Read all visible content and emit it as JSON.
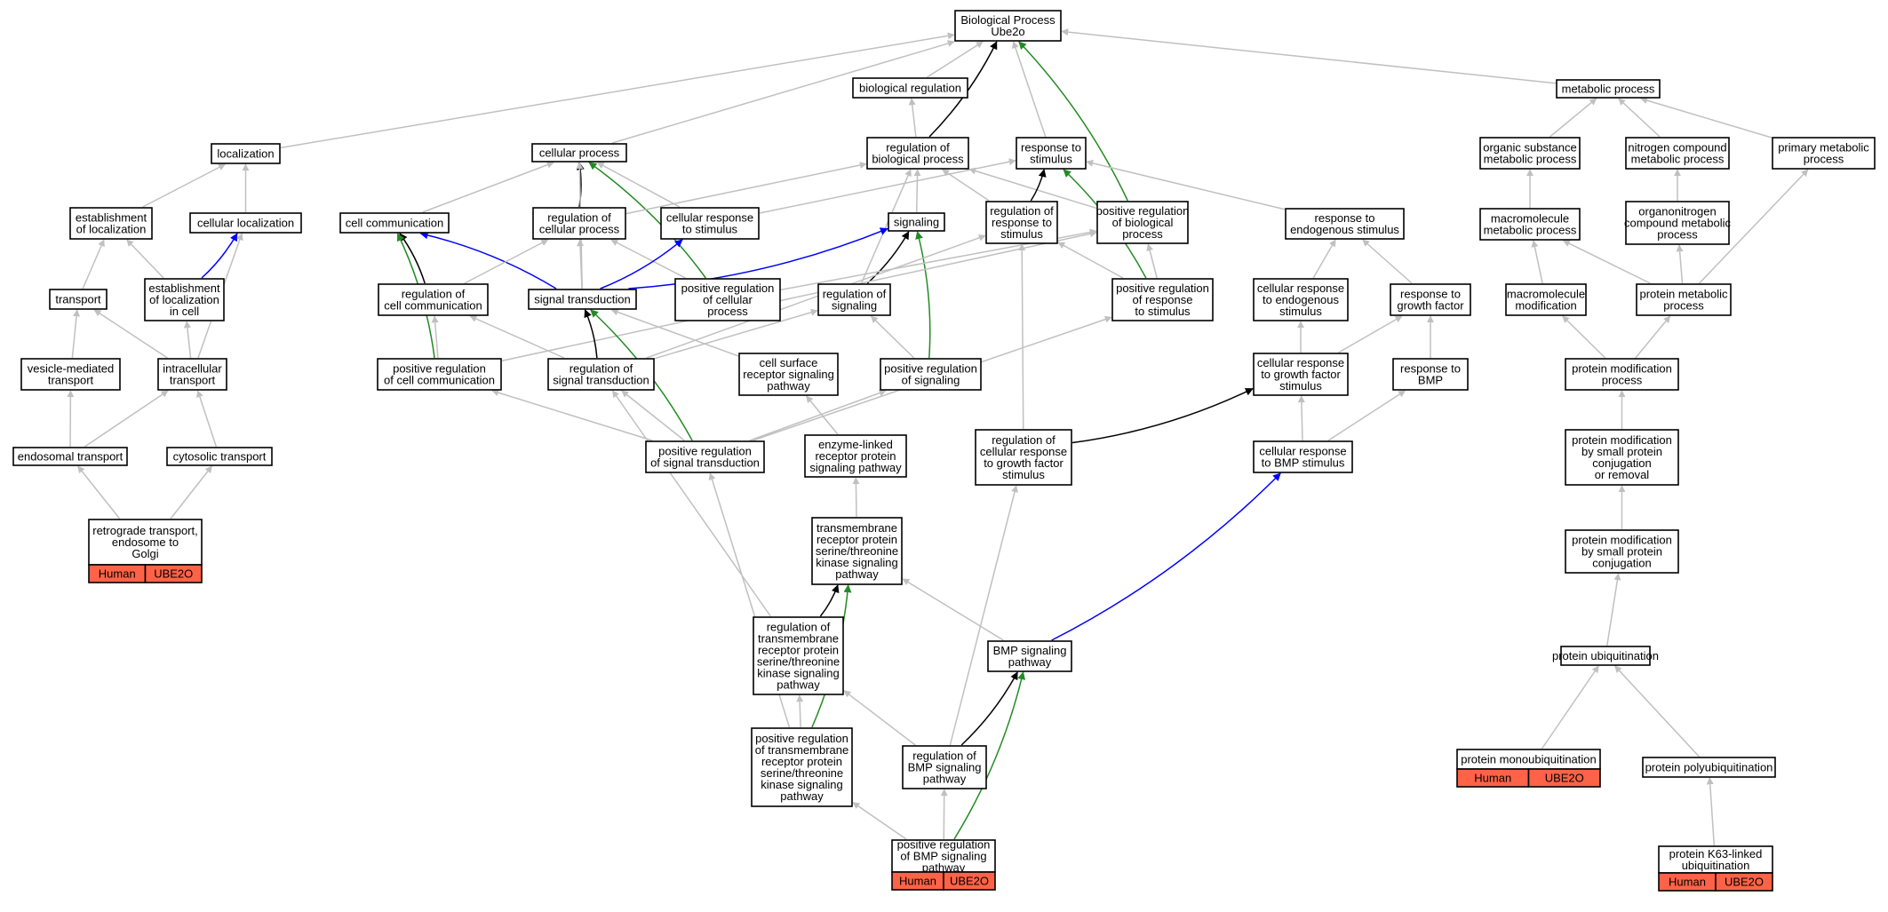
{
  "colors": {
    "is_a": "#c0c0c0",
    "regulates": "#000000",
    "positively_regulates": "#228b22",
    "part_of": "#0000ff",
    "gene_fill": "#ff6347"
  },
  "nodes": {
    "root": {
      "lines": [
        "Biological Process",
        "Ube2o"
      ]
    },
    "bioreg": {
      "lines": [
        "biological regulation"
      ]
    },
    "metab": {
      "lines": [
        "metabolic process"
      ]
    },
    "local": {
      "lines": [
        "localization"
      ]
    },
    "cellproc": {
      "lines": [
        "cellular process"
      ]
    },
    "regbio": {
      "lines": [
        "regulation of",
        "biological process"
      ]
    },
    "respstim": {
      "lines": [
        "response to",
        "stimulus"
      ]
    },
    "orgsub": {
      "lines": [
        "organic substance",
        "metabolic process"
      ]
    },
    "nitro": {
      "lines": [
        "nitrogen compound",
        "metabolic process"
      ]
    },
    "primary": {
      "lines": [
        "primary metabolic",
        "process"
      ]
    },
    "estloc": {
      "lines": [
        "establishment",
        "of localization"
      ]
    },
    "cellloc": {
      "lines": [
        "cellular localization"
      ]
    },
    "cellcomm": {
      "lines": [
        "cell communication"
      ]
    },
    "regcell": {
      "lines": [
        "regulation of",
        "cellular process"
      ]
    },
    "cellresp": {
      "lines": [
        "cellular response",
        "to stimulus"
      ]
    },
    "signaling": {
      "lines": [
        "signaling"
      ]
    },
    "regresp": {
      "lines": [
        "regulation of",
        "response to",
        "stimulus"
      ]
    },
    "posregbio": {
      "lines": [
        "positive regulation",
        "of biological",
        "process"
      ]
    },
    "respendo": {
      "lines": [
        "response to",
        "endogenous stimulus"
      ]
    },
    "macro": {
      "lines": [
        "macromolecule",
        "metabolic process"
      ]
    },
    "organonitro": {
      "lines": [
        "organonitrogen",
        "compound metabolic",
        "process"
      ]
    },
    "transport": {
      "lines": [
        "transport"
      ]
    },
    "estlocincell": {
      "lines": [
        "establishment",
        "of localization",
        "in cell"
      ]
    },
    "regcellcomm": {
      "lines": [
        "regulation of",
        "cell communication"
      ]
    },
    "sigtrans": {
      "lines": [
        "signal transduction"
      ]
    },
    "posregcell": {
      "lines": [
        "positive regulation",
        "of cellular",
        "process"
      ]
    },
    "regsig": {
      "lines": [
        "regulation of",
        "signaling"
      ]
    },
    "posregresp": {
      "lines": [
        "positive regulation",
        "of response",
        "to stimulus"
      ]
    },
    "cellrespendo": {
      "lines": [
        "cellular response",
        "to endogenous",
        "stimulus"
      ]
    },
    "respgf": {
      "lines": [
        "response to",
        "growth factor"
      ]
    },
    "macromod": {
      "lines": [
        "macromolecule",
        "modification"
      ]
    },
    "protmetab": {
      "lines": [
        "protein metabolic",
        "process"
      ]
    },
    "vesicle": {
      "lines": [
        "vesicle-mediated",
        "transport"
      ]
    },
    "intracell": {
      "lines": [
        "intracellular",
        "transport"
      ]
    },
    "posregcellcomm": {
      "lines": [
        "positive regulation",
        "of cell communication"
      ]
    },
    "regsigtrans": {
      "lines": [
        "regulation of",
        "signal transduction"
      ]
    },
    "cellsurf": {
      "lines": [
        "cell surface",
        "receptor signaling",
        "pathway"
      ]
    },
    "posregsig": {
      "lines": [
        "positive regulation",
        "of signaling"
      ]
    },
    "cellrespgf": {
      "lines": [
        "cellular response",
        "to growth factor",
        "stimulus"
      ]
    },
    "respbmp": {
      "lines": [
        "response to",
        "BMP"
      ]
    },
    "protmodproc": {
      "lines": [
        "protein modification",
        "process"
      ]
    },
    "endosomal": {
      "lines": [
        "endosomal transport"
      ]
    },
    "cytosolic": {
      "lines": [
        "cytosolic transport"
      ]
    },
    "posregsigtrans": {
      "lines": [
        "positive regulation",
        "of signal transduction"
      ]
    },
    "enzyme": {
      "lines": [
        "enzyme-linked",
        "receptor protein",
        "signaling pathway"
      ]
    },
    "regcellrespgf": {
      "lines": [
        "regulation of",
        "cellular response",
        "to growth factor",
        "stimulus"
      ]
    },
    "cellrespbmp": {
      "lines": [
        "cellular response",
        "to BMP stimulus"
      ]
    },
    "protmodsmall": {
      "lines": [
        "protein modification",
        "by small protein",
        "conjugation",
        "or removal"
      ]
    },
    "retro": {
      "lines": [
        "retrograde transport,",
        "endosome to",
        "Golgi"
      ],
      "gene": [
        "Human",
        "UBE2O"
      ]
    },
    "transmem": {
      "lines": [
        "transmembrane",
        "receptor protein",
        "serine/threonine",
        "kinase signaling",
        "pathway"
      ]
    },
    "protmodconj": {
      "lines": [
        "protein modification",
        "by small protein",
        "conjugation"
      ]
    },
    "regtransmem": {
      "lines": [
        "regulation of",
        "transmembrane",
        "receptor protein",
        "serine/threonine",
        "kinase signaling",
        "pathway"
      ]
    },
    "bmp": {
      "lines": [
        "BMP signaling",
        "pathway"
      ]
    },
    "protubi": {
      "lines": [
        "protein ubiquitination"
      ]
    },
    "posregtransmem": {
      "lines": [
        "positive regulation",
        "of transmembrane",
        "receptor protein",
        "serine/threonine",
        "kinase signaling",
        "pathway"
      ]
    },
    "regbmp": {
      "lines": [
        "regulation of",
        "BMP signaling",
        "pathway"
      ]
    },
    "monoubi": {
      "lines": [
        "protein monoubiquitination"
      ],
      "gene": [
        "Human",
        "UBE2O"
      ]
    },
    "polyubi": {
      "lines": [
        "protein polyubiquitination"
      ]
    },
    "posregbmp": {
      "lines": [
        "positive regulation",
        "of BMP signaling",
        "pathway"
      ],
      "gene": [
        "Human",
        "UBE2O"
      ]
    },
    "k63": {
      "lines": [
        "protein K63-linked",
        "ubiquitination"
      ],
      "gene": [
        "Human",
        "UBE2O"
      ]
    }
  },
  "edges": [
    [
      "bioreg",
      "root",
      "is_a"
    ],
    [
      "metab",
      "root",
      "is_a"
    ],
    [
      "local",
      "root",
      "is_a"
    ],
    [
      "cellproc",
      "root",
      "is_a"
    ],
    [
      "regbio",
      "root",
      "regulates"
    ],
    [
      "respstim",
      "root",
      "is_a"
    ],
    [
      "posregbio",
      "root",
      "positively_regulates"
    ],
    [
      "regbio",
      "bioreg",
      "is_a"
    ],
    [
      "orgsub",
      "metab",
      "is_a"
    ],
    [
      "nitro",
      "metab",
      "is_a"
    ],
    [
      "primary",
      "metab",
      "is_a"
    ],
    [
      "estloc",
      "local",
      "is_a"
    ],
    [
      "cellloc",
      "local",
      "is_a"
    ],
    [
      "cellcomm",
      "cellproc",
      "is_a"
    ],
    [
      "regcell",
      "cellproc",
      "regulates"
    ],
    [
      "cellresp",
      "cellproc",
      "is_a"
    ],
    [
      "sigtrans",
      "cellproc",
      "is_a"
    ],
    [
      "posregcell",
      "cellproc",
      "positively_regulates"
    ],
    [
      "regcell",
      "regbio",
      "is_a"
    ],
    [
      "signaling",
      "regbio",
      "is_a"
    ],
    [
      "regresp",
      "regbio",
      "is_a"
    ],
    [
      "posregbio",
      "regbio",
      "is_a"
    ],
    [
      "regsig",
      "regbio",
      "is_a"
    ],
    [
      "cellresp",
      "respstim",
      "is_a"
    ],
    [
      "regresp",
      "respstim",
      "regulates"
    ],
    [
      "respendo",
      "respstim",
      "is_a"
    ],
    [
      "posregresp",
      "respstim",
      "positively_regulates"
    ],
    [
      "macro",
      "orgsub",
      "is_a"
    ],
    [
      "organonitro",
      "nitro",
      "is_a"
    ],
    [
      "protmetab",
      "primary",
      "is_a"
    ],
    [
      "transport",
      "estloc",
      "is_a"
    ],
    [
      "estlocincell",
      "estloc",
      "is_a"
    ],
    [
      "estlocincell",
      "cellloc",
      "part_of"
    ],
    [
      "intracell",
      "cellloc",
      "is_a"
    ],
    [
      "regcellcomm",
      "cellcomm",
      "regulates"
    ],
    [
      "sigtrans",
      "cellcomm",
      "part_of"
    ],
    [
      "posregcellcomm",
      "cellcomm",
      "positively_regulates"
    ],
    [
      "regcellcomm",
      "regcell",
      "is_a"
    ],
    [
      "sigtrans",
      "regcell",
      "is_a"
    ],
    [
      "posregcell",
      "regcell",
      "is_a"
    ],
    [
      "sigtrans",
      "cellresp",
      "part_of"
    ],
    [
      "sigtrans",
      "signaling",
      "part_of"
    ],
    [
      "regsig",
      "signaling",
      "regulates"
    ],
    [
      "posregsig",
      "signaling",
      "positively_regulates"
    ],
    [
      "regsigtrans",
      "regresp",
      "is_a"
    ],
    [
      "posregresp",
      "regresp",
      "is_a"
    ],
    [
      "posregcell",
      "posregbio",
      "is_a"
    ],
    [
      "posregresp",
      "posregbio",
      "is_a"
    ],
    [
      "posregcellcomm",
      "posregbio",
      "is_a"
    ],
    [
      "cellrespendo",
      "respendo",
      "is_a"
    ],
    [
      "respgf",
      "respendo",
      "is_a"
    ],
    [
      "macromod",
      "macro",
      "is_a"
    ],
    [
      "protmetab",
      "macro",
      "is_a"
    ],
    [
      "protmetab",
      "organonitro",
      "is_a"
    ],
    [
      "vesicle",
      "transport",
      "is_a"
    ],
    [
      "intracell",
      "transport",
      "is_a"
    ],
    [
      "intracell",
      "estlocincell",
      "is_a"
    ],
    [
      "posregcellcomm",
      "regcellcomm",
      "is_a"
    ],
    [
      "regsigtrans",
      "regcellcomm",
      "is_a"
    ],
    [
      "regsigtrans",
      "sigtrans",
      "regulates"
    ],
    [
      "cellsurf",
      "sigtrans",
      "is_a"
    ],
    [
      "posregsigtrans",
      "sigtrans",
      "positively_regulates"
    ],
    [
      "regsigtrans",
      "regsig",
      "is_a"
    ],
    [
      "posregsig",
      "regsig",
      "is_a"
    ],
    [
      "posregsigtrans",
      "posregresp",
      "is_a"
    ],
    [
      "cellrespgf",
      "cellrespendo",
      "is_a"
    ],
    [
      "cellrespgf",
      "respgf",
      "is_a"
    ],
    [
      "respbmp",
      "respgf",
      "is_a"
    ],
    [
      "protmodproc",
      "macromod",
      "is_a"
    ],
    [
      "protmodproc",
      "protmetab",
      "is_a"
    ],
    [
      "endosomal",
      "vesicle",
      "is_a"
    ],
    [
      "endosomal",
      "intracell",
      "is_a"
    ],
    [
      "cytosolic",
      "intracell",
      "is_a"
    ],
    [
      "posregsigtrans",
      "posregcellcomm",
      "is_a"
    ],
    [
      "posregsigtrans",
      "regsigtrans",
      "is_a"
    ],
    [
      "posregsigtrans",
      "posregsig",
      "is_a"
    ],
    [
      "enzyme",
      "cellsurf",
      "is_a"
    ],
    [
      "regcellrespgf",
      "cellrespgf",
      "regulates"
    ],
    [
      "regcellrespgf",
      "regresp",
      "is_a"
    ],
    [
      "cellrespbmp",
      "cellrespgf",
      "is_a"
    ],
    [
      "cellrespbmp",
      "respbmp",
      "is_a"
    ],
    [
      "protmodsmall",
      "protmodproc",
      "is_a"
    ],
    [
      "retro",
      "endosomal",
      "is_a"
    ],
    [
      "retro",
      "cytosolic",
      "is_a"
    ],
    [
      "transmem",
      "enzyme",
      "is_a"
    ],
    [
      "protmodconj",
      "protmodsmall",
      "is_a"
    ],
    [
      "regtransmem",
      "transmem",
      "regulates"
    ],
    [
      "regtransmem",
      "regsigtrans",
      "is_a"
    ],
    [
      "bmp",
      "transmem",
      "is_a"
    ],
    [
      "bmp",
      "cellrespbmp",
      "part_of"
    ],
    [
      "protubi",
      "protmodconj",
      "is_a"
    ],
    [
      "posregtransmem",
      "regtransmem",
      "is_a"
    ],
    [
      "posregtransmem",
      "transmem",
      "positively_regulates"
    ],
    [
      "posregtransmem",
      "posregsigtrans",
      "is_a"
    ],
    [
      "regbmp",
      "bmp",
      "regulates"
    ],
    [
      "regbmp",
      "regtransmem",
      "is_a"
    ],
    [
      "regbmp",
      "regcellrespgf",
      "is_a"
    ],
    [
      "monoubi",
      "protubi",
      "is_a"
    ],
    [
      "polyubi",
      "protubi",
      "is_a"
    ],
    [
      "posregbmp",
      "regbmp",
      "is_a"
    ],
    [
      "posregbmp",
      "bmp",
      "positively_regulates"
    ],
    [
      "posregbmp",
      "posregtransmem",
      "is_a"
    ],
    [
      "k63",
      "polyubi",
      "is_a"
    ]
  ]
}
